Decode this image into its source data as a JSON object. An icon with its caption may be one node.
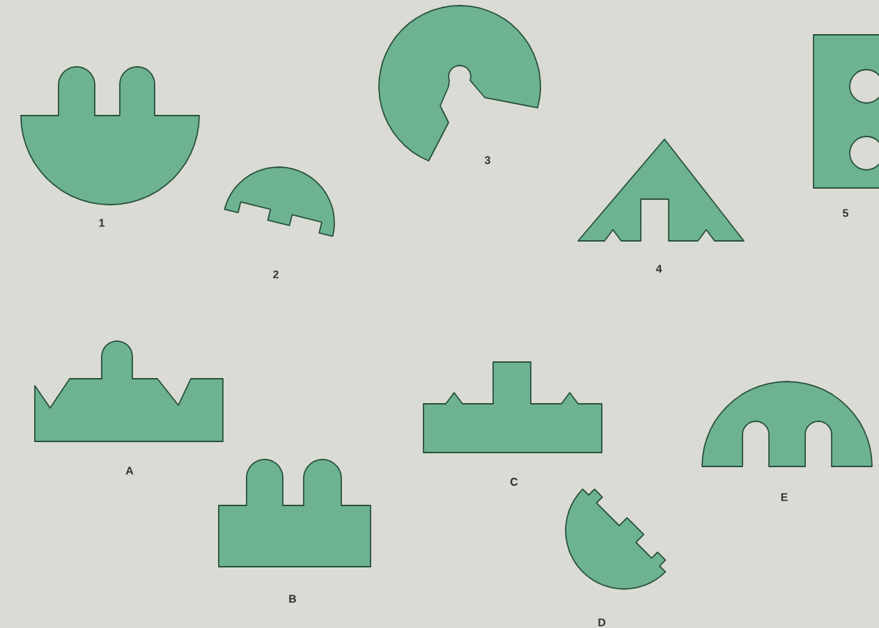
{
  "diagram": {
    "nodes": [
      {
        "text": [],
        "shape": "piece",
        "beside": [
          "1"
        ]
      },
      {
        "text": [],
        "shape": "piece",
        "beside": [
          "2"
        ]
      },
      {
        "text": [],
        "shape": "piece",
        "beside": [
          "3"
        ]
      },
      {
        "text": [],
        "shape": "piece",
        "beside": [
          "4"
        ]
      },
      {
        "text": [],
        "shape": "piece",
        "beside": [
          "5"
        ]
      },
      {
        "text": [],
        "shape": "piece",
        "beside": [
          "A"
        ]
      },
      {
        "text": [],
        "shape": "piece",
        "beside": [
          "B"
        ]
      },
      {
        "text": [],
        "shape": "piece",
        "beside": [
          "C"
        ]
      },
      {
        "text": [],
        "shape": "piece",
        "beside": [
          "D"
        ]
      },
      {
        "text": [],
        "shape": "piece",
        "beside": [
          "E"
        ]
      }
    ]
  }
}
